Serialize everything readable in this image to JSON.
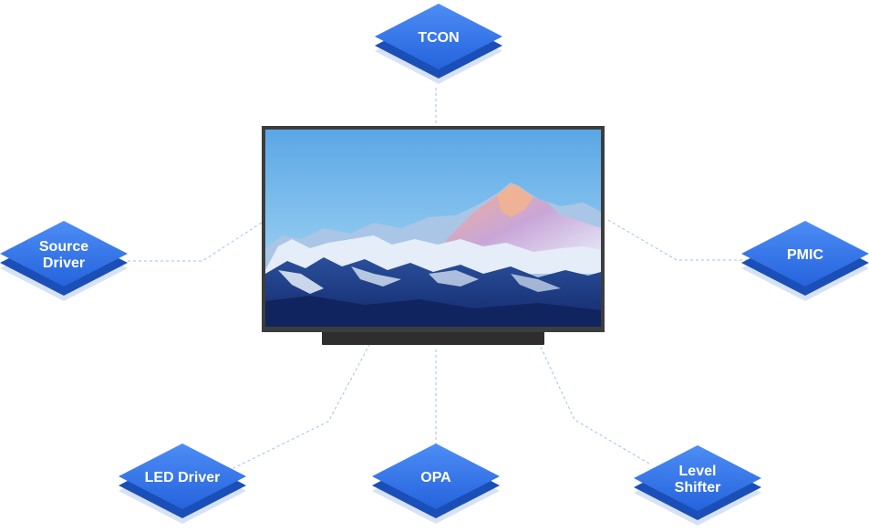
{
  "diagram": {
    "center": {
      "name": "display-panel"
    },
    "colors": {
      "node_top": "#3a7bf0",
      "node_top_dark": "#1f5fd6",
      "node_side": "#1b4fb8",
      "node_shadow": "#c7d6f3",
      "node_text": "#ffffff",
      "connector": "#9cc1ee",
      "tv_frame": "#3d3d3d",
      "tv_stand": "#2e2e2e"
    },
    "nodes": [
      {
        "id": "tcon",
        "lines": [
          "TCON"
        ]
      },
      {
        "id": "source-driver",
        "lines": [
          "Source",
          "Driver"
        ]
      },
      {
        "id": "pmic",
        "lines": [
          "PMIC"
        ]
      },
      {
        "id": "led-driver",
        "lines": [
          "LED Driver"
        ]
      },
      {
        "id": "opa",
        "lines": [
          "OPA"
        ]
      },
      {
        "id": "level-shifter",
        "lines": [
          "Level",
          "Shifter"
        ]
      }
    ]
  }
}
